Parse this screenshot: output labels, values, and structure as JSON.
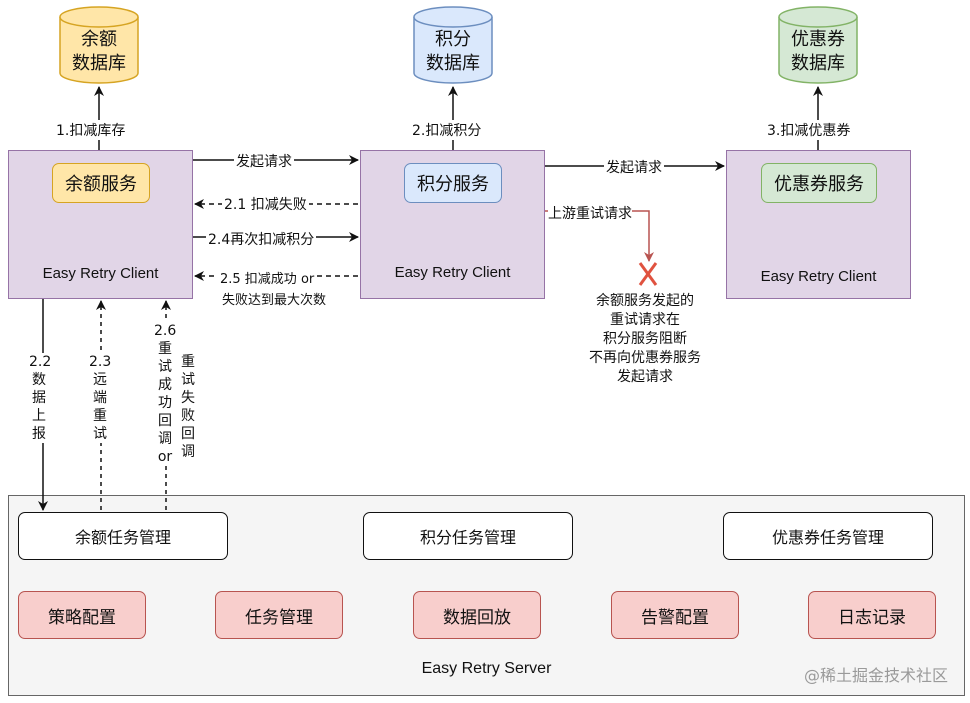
{
  "databases": [
    {
      "line1": "余额",
      "line2": "数据库",
      "fill": "#ffe6a8",
      "stroke": "#d6a422"
    },
    {
      "line1": "积分",
      "line2": "数据库",
      "fill": "#dae8fc",
      "stroke": "#6c8ebf"
    },
    {
      "line1": "优惠券",
      "line2": "数据库",
      "fill": "#d5e8d4",
      "stroke": "#82b366"
    }
  ],
  "db_arrows": {
    "balance": "1.扣减库存",
    "points": "2.扣减积分",
    "coupon": "3.扣减优惠券"
  },
  "services": [
    {
      "name": "余额服务",
      "client": "Easy Retry Client"
    },
    {
      "name": "积分服务",
      "client": "Easy Retry Client"
    },
    {
      "name": "优惠券服务",
      "client": "Easy Retry Client"
    }
  ],
  "edges": {
    "balance_to_points": "发起请求",
    "points_to_coupon": "发起请求",
    "deduct_fail": "2.1 扣减失败",
    "deduct_again": "2.4再次扣减积分",
    "callback_line1": "2.5 扣减成功 or",
    "callback_line2": "失败达到最大次数",
    "upstream_retry": "上游重试请求",
    "data_report": "2.2 数据上报",
    "remote_retry": "2.3 远端重试",
    "retry_success": "2.6 重试成功回调or",
    "retry_fail": "重试失败回调"
  },
  "blocked_note": [
    "余额服务发起的",
    "重试请求在",
    "积分服务阻断",
    "不再向优惠券服务",
    "发起请求"
  ],
  "server": {
    "tasks": [
      "余额任务管理",
      "积分任务管理",
      "优惠券任务管理"
    ],
    "features": [
      "策略配置",
      "任务管理",
      "数据回放",
      "告警配置",
      "日志记录"
    ],
    "label": "Easy Retry Server"
  },
  "colors": {
    "service_fill": "#e1d5e7",
    "service_stroke": "#9673a6",
    "feature_fill": "#f8cecc",
    "feature_stroke": "#b85450",
    "server_fill": "#f5f5f5",
    "block_mark": "#e0523f"
  },
  "watermark": "@稀土掘金技术社区"
}
